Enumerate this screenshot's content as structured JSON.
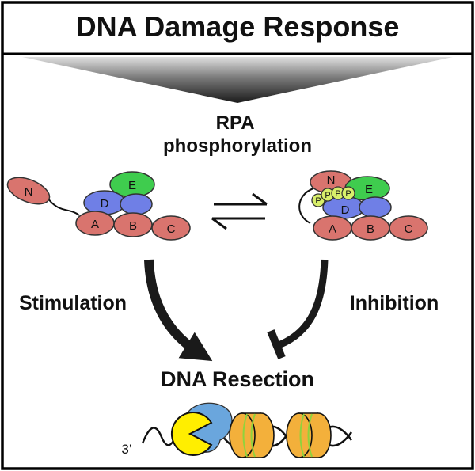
{
  "title": "DNA Damage Response",
  "process_label": "RPA phosphorylation",
  "process_label_lines": [
    "RPA",
    "phosphorylation"
  ],
  "left_complex": {
    "subunits": [
      "N",
      "D",
      "E",
      "A",
      "B",
      "C"
    ]
  },
  "right_complex": {
    "subunits": [
      "N",
      "D",
      "E",
      "A",
      "B",
      "C"
    ],
    "phospho_marks": [
      "P",
      "P",
      "P",
      "P"
    ]
  },
  "equilibrium": "reversible",
  "left_arrow_label": "Stimulation",
  "right_arrow_label": "Inhibition",
  "outcome_label": "DNA Resection",
  "dna_end_label": "3’",
  "colors": {
    "frame": "#000000",
    "subunit_red": "#d9746e",
    "subunit_blue": "#6f7fe6",
    "subunit_green": "#3fcc4e",
    "phospho_yellow": "#d8ef6a",
    "pacman_yellow": "#ffee00",
    "protein_blue": "#6aa6dd",
    "nucleosome_orange": "#f3b03b",
    "nucleosome_green": "#8fd33c"
  }
}
